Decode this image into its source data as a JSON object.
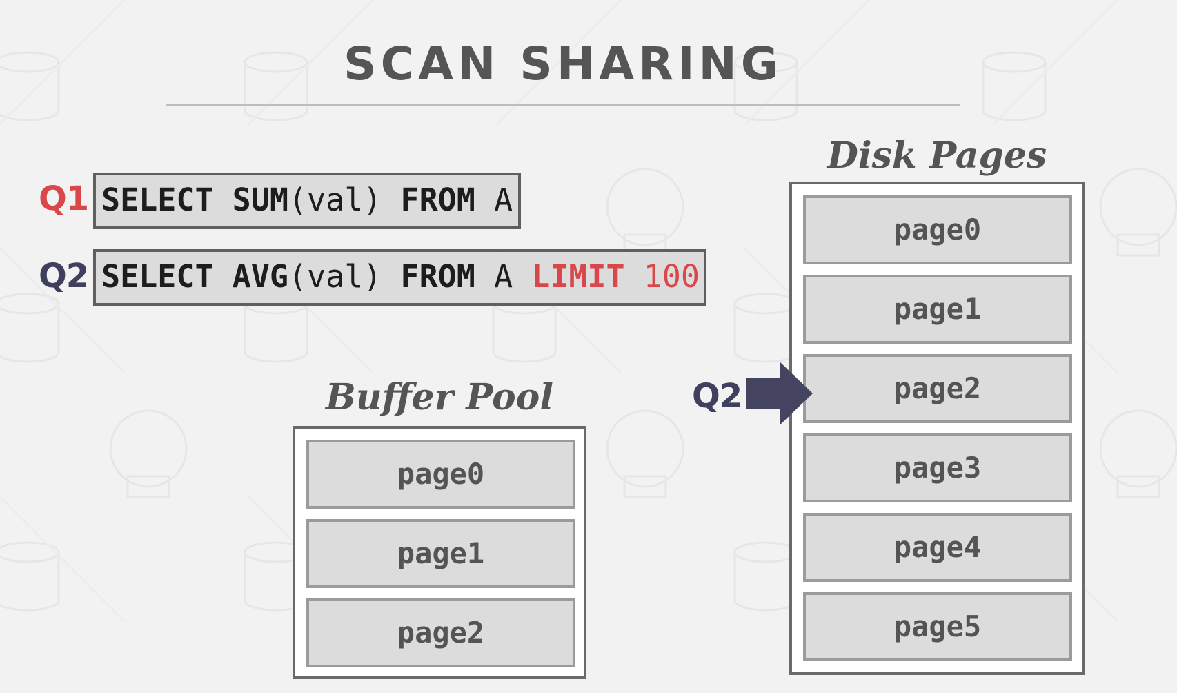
{
  "title": "SCAN SHARING",
  "queries": {
    "q1": {
      "label": "Q1",
      "kw_select": "SELECT",
      "func": "SUM",
      "arg": "(val)",
      "kw_from": "FROM",
      "table": "A"
    },
    "q2": {
      "label": "Q2",
      "kw_select": "SELECT",
      "func": "AVG",
      "arg": "(val)",
      "kw_from": "FROM",
      "table": "A",
      "kw_limit": "LIMIT",
      "limit_value": "100"
    }
  },
  "buffer_pool": {
    "title": "Buffer Pool",
    "pages": [
      "page0",
      "page1",
      "page2"
    ]
  },
  "disk_pages": {
    "title": "Disk Pages",
    "pages": [
      "page0",
      "page1",
      "page2",
      "page3",
      "page4",
      "page5"
    ]
  },
  "pointer": {
    "label": "Q2",
    "target_page": "page2"
  },
  "colors": {
    "q1": "#d9474a",
    "q2": "#3f3f5e",
    "limit": "#d9474a"
  },
  "icons": [
    "database-icon",
    "skull-icon"
  ]
}
